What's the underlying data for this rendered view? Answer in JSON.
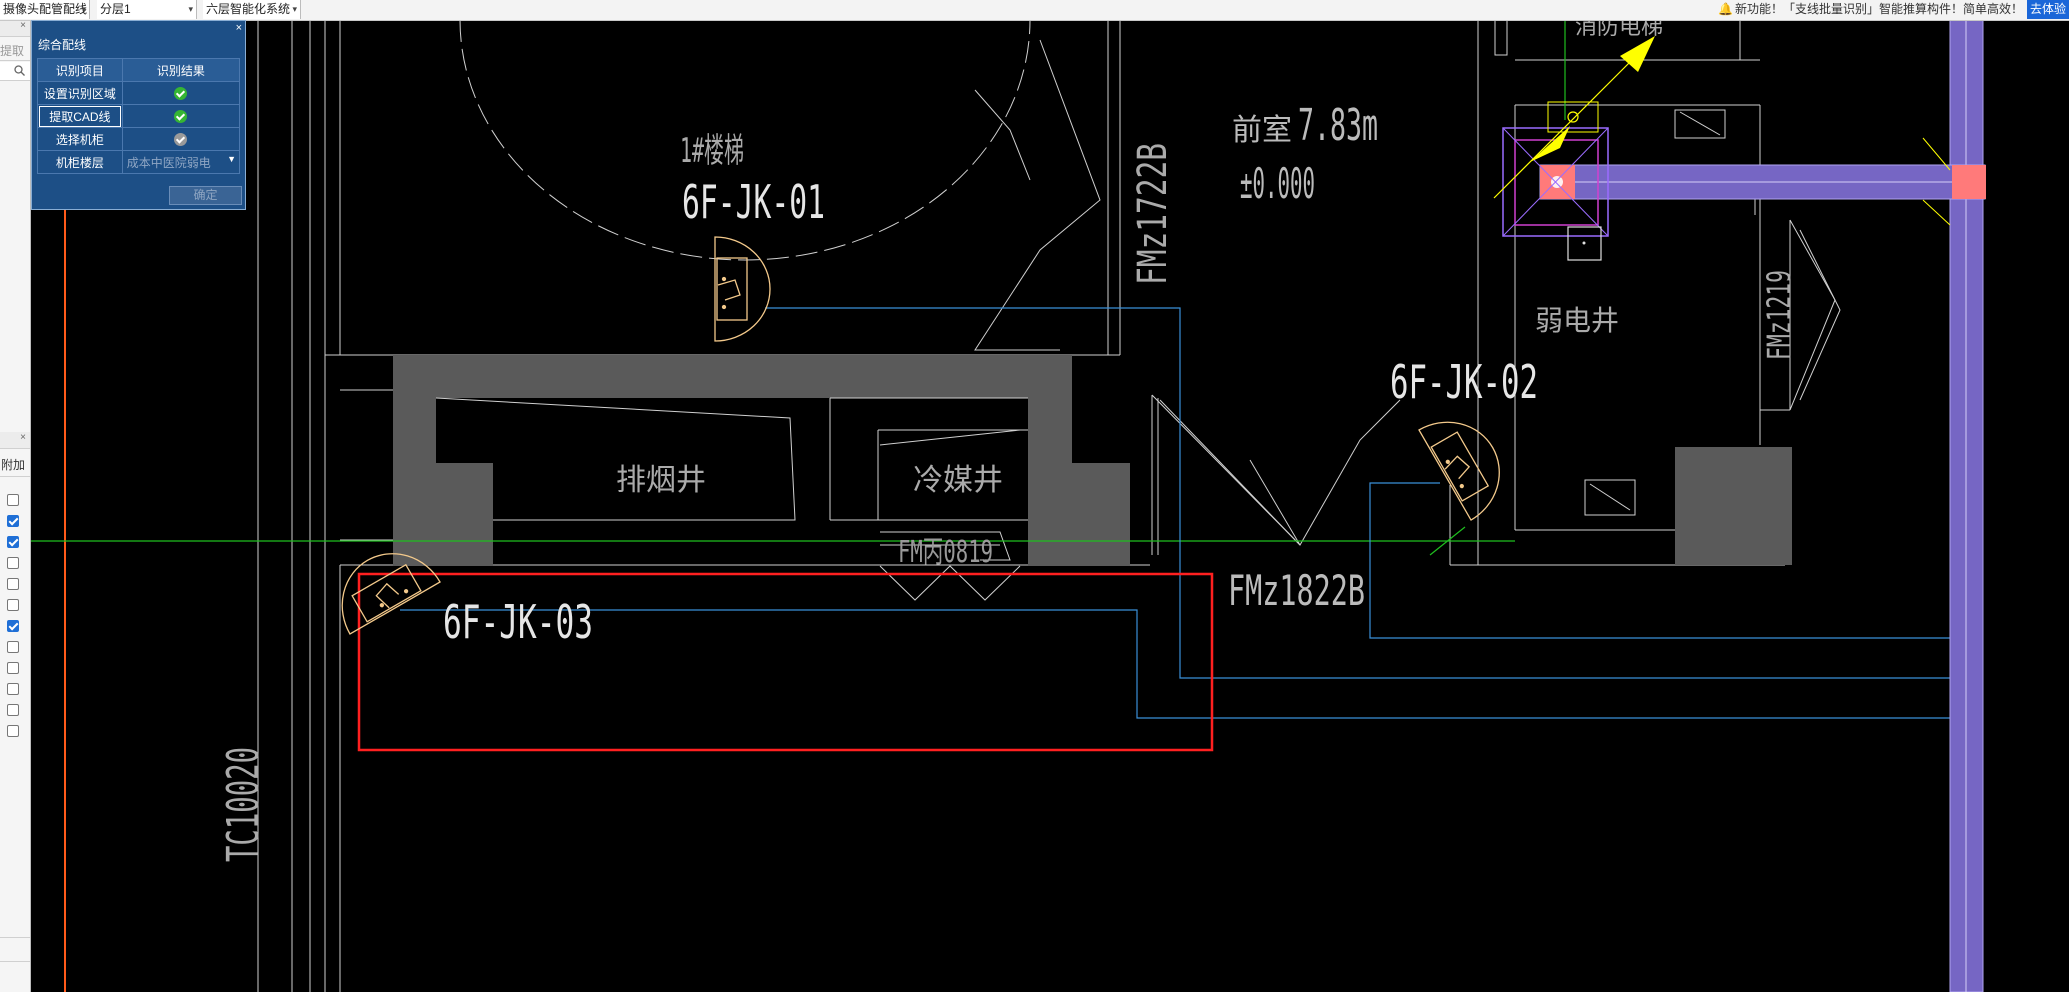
{
  "toolbar": {
    "select1": "摄像头配管配线",
    "select2": "分层1",
    "select3": "六层智能化系统",
    "notice": "新功能！「支线批量识别」智能推算构件！简单高效！",
    "notice_tag": "去体验"
  },
  "leftstrip": {
    "search_placeholder": "提取",
    "extra_label": "附加",
    "checkboxes": [
      false,
      true,
      true,
      false,
      false,
      false,
      true,
      false,
      false,
      false,
      false,
      false
    ]
  },
  "panel": {
    "title": "综合配线",
    "header_item": "识别项目",
    "header_result": "识别结果",
    "rows": [
      {
        "label": "设置识别区域",
        "status": "done"
      },
      {
        "label": "提取CAD线",
        "status": "done",
        "selected": true
      },
      {
        "label": "选择机柜",
        "status": "pending"
      },
      {
        "label": "机柜楼层",
        "value": "成本中医院弱电"
      }
    ],
    "confirm": "确定"
  },
  "cad": {
    "labels": {
      "jk01": "6F-JK-01",
      "jk02": "6F-JK-02",
      "jk03": "6F-JK-03",
      "stair": "1#楼梯",
      "anteroom": "前室",
      "anteroom_size": "7.83m",
      "elevation": "±0.000",
      "door1": "FMz1722B",
      "door2": "FMz1822B",
      "door3": "FM丙0819",
      "door4": "FMz1219",
      "smoke": "排烟井",
      "cold": "冷媒井",
      "weak": "弱电井",
      "window": "TC10020",
      "top_text": "消防电梯"
    },
    "colors": {
      "wall": "#5a5a5a",
      "line": "#d8d8d8",
      "wire": "#3a8fd8",
      "green": "#1fbf1f",
      "select": "#ff2020",
      "device": "#f3c98b",
      "tray": "#8c7bd8",
      "pink": "#ff7a7a",
      "yellow": "#ffff00",
      "orange": "#ff5a1a"
    }
  }
}
